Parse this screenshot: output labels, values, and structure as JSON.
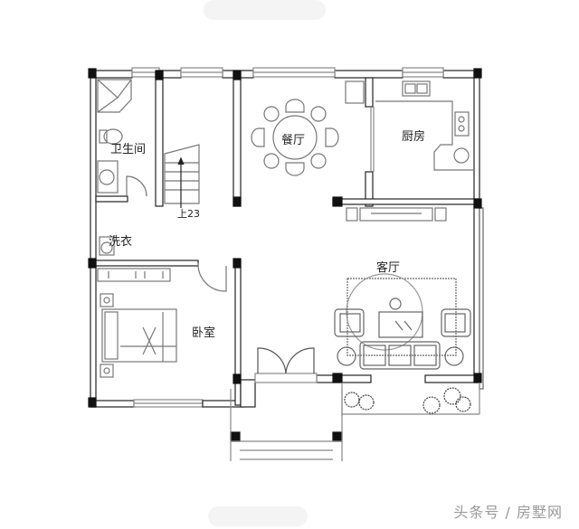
{
  "diagram": {
    "type": "floor-plan",
    "rooms": [
      {
        "id": "bathroom",
        "label": "卫生间"
      },
      {
        "id": "stairs",
        "label": "上23"
      },
      {
        "id": "dining",
        "label": "餐厅"
      },
      {
        "id": "kitchen",
        "label": "厨房"
      },
      {
        "id": "laundry",
        "label": "洗衣"
      },
      {
        "id": "living",
        "label": "客厅"
      },
      {
        "id": "bedroom",
        "label": "卧室"
      }
    ],
    "colors": {
      "wall": "#111111",
      "line": "#444444",
      "fixture": "#888888",
      "background": "#ffffff"
    }
  },
  "watermark": "头条号 / 房墅网"
}
